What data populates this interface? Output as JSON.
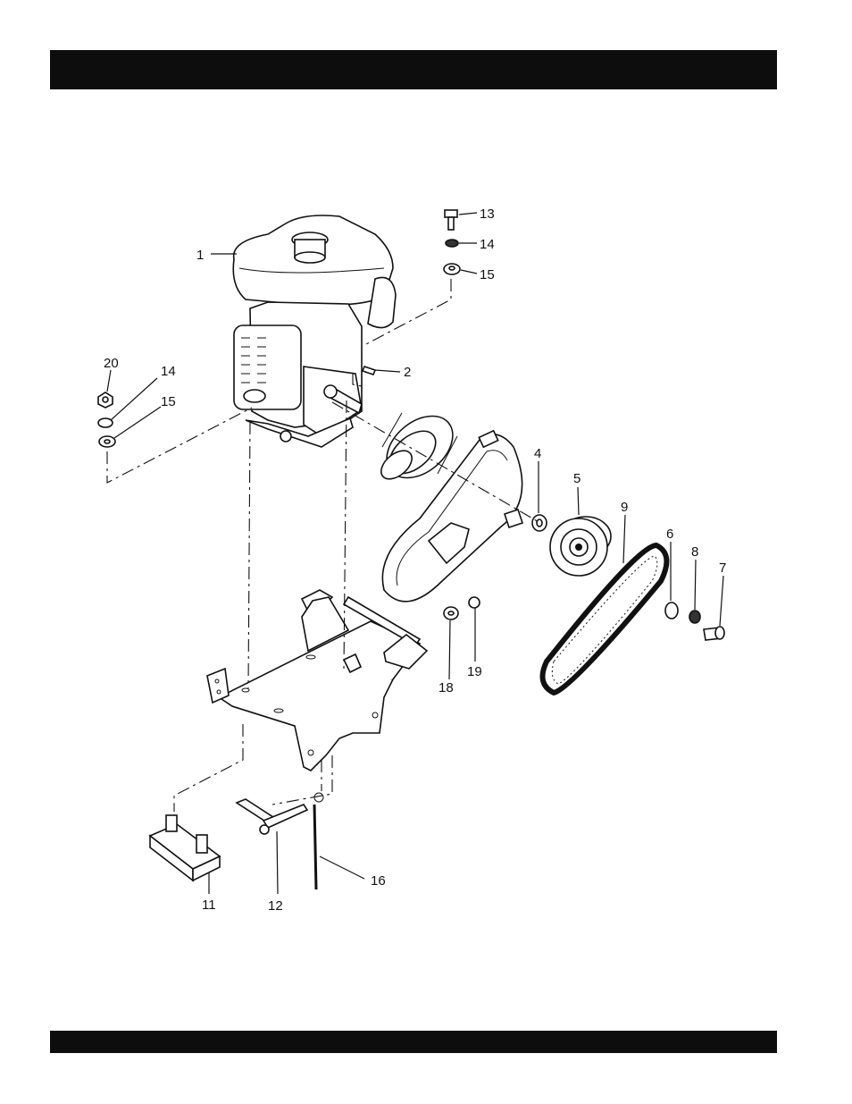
{
  "header": {
    "title": ""
  },
  "footer": {
    "text": ""
  },
  "callouts": [
    {
      "id": "c1",
      "label": "1"
    },
    {
      "id": "c2",
      "label": "2"
    },
    {
      "id": "c4",
      "label": "4"
    },
    {
      "id": "c5",
      "label": "5"
    },
    {
      "id": "c6",
      "label": "6"
    },
    {
      "id": "c7",
      "label": "7"
    },
    {
      "id": "c8",
      "label": "8"
    },
    {
      "id": "c9",
      "label": "9"
    },
    {
      "id": "c11",
      "label": "11"
    },
    {
      "id": "c12",
      "label": "12"
    },
    {
      "id": "c13",
      "label": "13"
    },
    {
      "id": "c14a",
      "label": "14"
    },
    {
      "id": "c14b",
      "label": "14"
    },
    {
      "id": "c15a",
      "label": "15"
    },
    {
      "id": "c15b",
      "label": "15"
    },
    {
      "id": "c16",
      "label": "16"
    },
    {
      "id": "c18",
      "label": "18"
    },
    {
      "id": "c19",
      "label": "19"
    },
    {
      "id": "c20",
      "label": "20"
    }
  ],
  "colors": {
    "bar": "#0d0d0d",
    "ink": "#111111",
    "paper": "#ffffff"
  }
}
